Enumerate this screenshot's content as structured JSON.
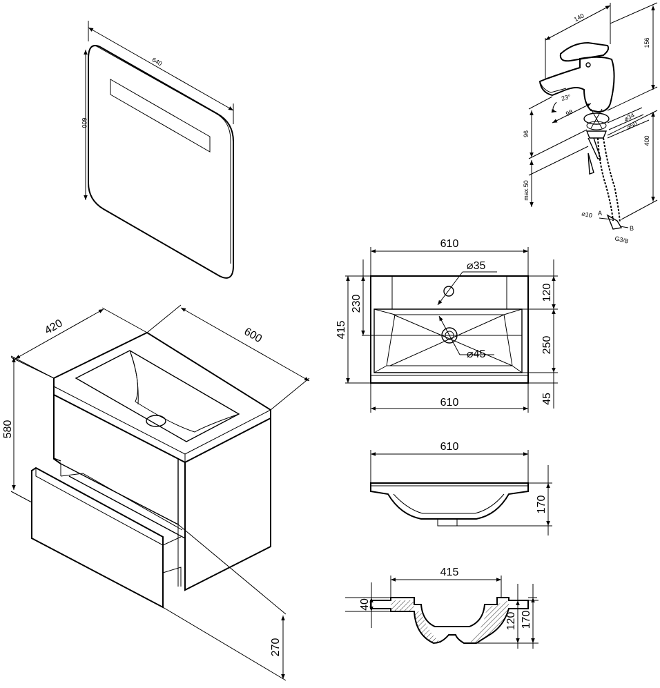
{
  "mirror": {
    "width": "640",
    "height": "600"
  },
  "faucet": {
    "spout_width": "140",
    "height": "156",
    "angle": "23°",
    "reach": "98",
    "base_height": "96",
    "hole_min": "34",
    "hole_max": "50",
    "hose_length": "400",
    "max_thickness": "max.50",
    "pin_diameter": "10",
    "label_a": "A",
    "label_b": "B",
    "thread": "G3/8"
  },
  "cabinet": {
    "depth": "420",
    "width": "600",
    "height": "580",
    "drawer_height": "270"
  },
  "basin_top": {
    "width_top": "610",
    "width_bottom": "610",
    "tap_hole": "35",
    "drain_hole": "45",
    "depth": "415",
    "depth_to_drain": "230",
    "back_margin": "120",
    "bowl_depth": "250",
    "front_margin": "45"
  },
  "basin_front": {
    "width": "610",
    "height": "170"
  },
  "basin_section": {
    "bowl_width": "415",
    "rim": "40",
    "inner_depth": "120",
    "total_height": "170"
  }
}
